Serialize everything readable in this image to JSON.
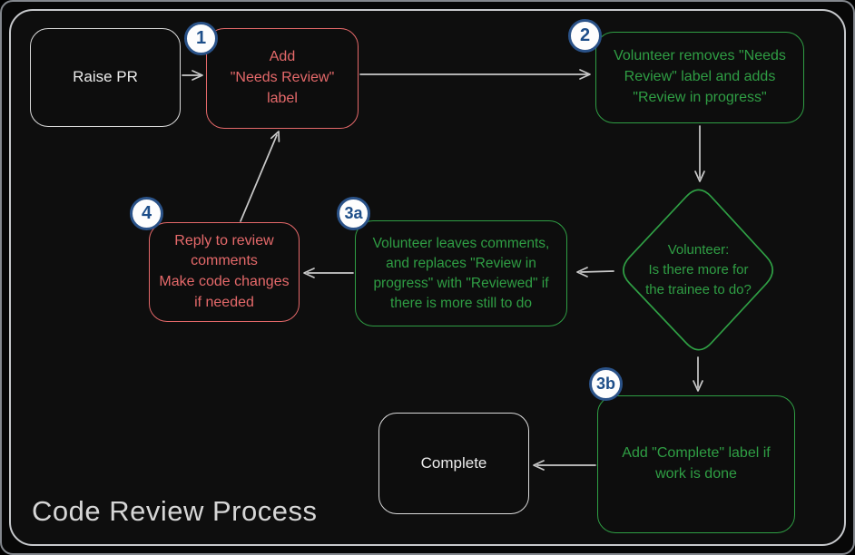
{
  "title": "Code Review Process",
  "colors": {
    "red_accent": "#e5696a",
    "green_accent": "#2f9e44",
    "neutral_stroke": "#dadada",
    "arrow": "#c9c9c9",
    "badge_fill": "#fdfdfd",
    "badge_border": "#2a5288",
    "badge_text": "#1d4e89",
    "background": "#0e0e0e",
    "title_text": "#d6d6d6"
  },
  "nodes": {
    "raise_pr": {
      "label": "Raise PR"
    },
    "add_needs_review": {
      "badge": "1",
      "label": "Add\n\"Needs Review\"\nlabel"
    },
    "volunteer_removes": {
      "badge": "2",
      "label": "Volunteer removes \"Needs\nReview\" label and adds\n\"Review in progress\""
    },
    "decision": {
      "label": "Volunteer:\nIs there more for\nthe trainee to do?"
    },
    "volunteer_leaves": {
      "badge": "3a",
      "label": "Volunteer leaves comments,\nand replaces \"Review in\nprogress\" with \"Reviewed\" if\nthere is more still to do"
    },
    "reply_comments": {
      "badge": "4",
      "label": "Reply to review\ncomments\nMake code changes\nif needed"
    },
    "add_complete": {
      "badge": "3b",
      "label": "Add \"Complete\" label if\nwork is done"
    },
    "complete": {
      "label": "Complete"
    }
  },
  "edges": [
    {
      "from": "raise_pr",
      "to": "add_needs_review"
    },
    {
      "from": "add_needs_review",
      "to": "volunteer_removes"
    },
    {
      "from": "volunteer_removes",
      "to": "decision"
    },
    {
      "from": "decision",
      "to": "volunteer_leaves"
    },
    {
      "from": "volunteer_leaves",
      "to": "reply_comments"
    },
    {
      "from": "reply_comments",
      "to": "add_needs_review"
    },
    {
      "from": "decision",
      "to": "add_complete"
    },
    {
      "from": "add_complete",
      "to": "complete"
    }
  ]
}
